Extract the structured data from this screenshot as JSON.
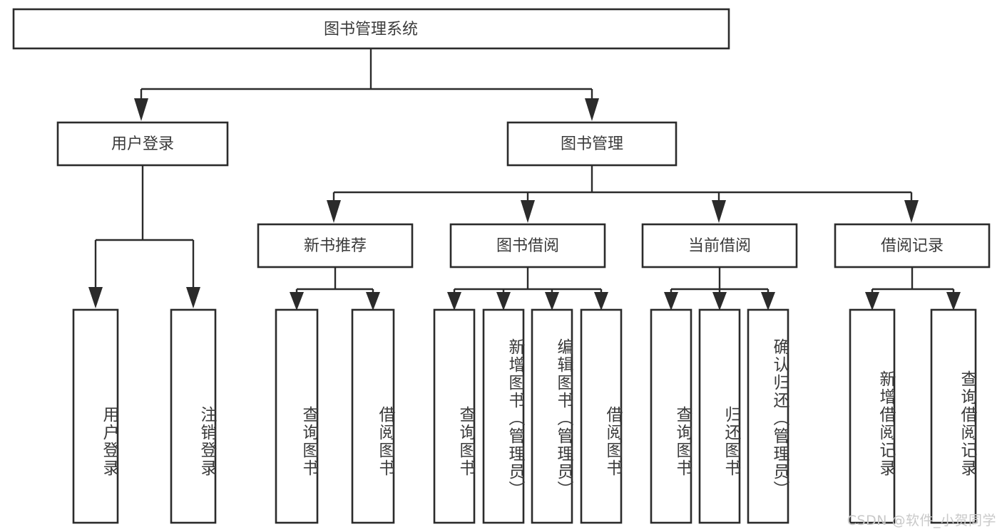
{
  "diagram": {
    "type": "hierarchy-tree",
    "title": "图书管理系统",
    "root": {
      "id": "root",
      "label": "图书管理系统"
    },
    "level2": [
      {
        "id": "user-login",
        "label": "用户登录"
      },
      {
        "id": "book-manage",
        "label": "图书管理"
      }
    ],
    "level3": [
      {
        "id": "new-book-rec",
        "label": "新书推荐",
        "parent": "book-manage"
      },
      {
        "id": "book-borrow",
        "label": "图书借阅",
        "parent": "book-manage"
      },
      {
        "id": "current-borrow",
        "label": "当前借阅",
        "parent": "book-manage"
      },
      {
        "id": "borrow-record",
        "label": "借阅记录",
        "parent": "book-manage"
      }
    ],
    "leaves": [
      {
        "id": "leaf-user-login",
        "label": "用户登录",
        "parent": "user-login"
      },
      {
        "id": "leaf-logout",
        "label": "注销登录",
        "parent": "user-login"
      },
      {
        "id": "leaf-query-book-1",
        "label": "查询图书",
        "parent": "new-book-rec"
      },
      {
        "id": "leaf-borrow-book-1",
        "label": "借阅图书",
        "parent": "new-book-rec"
      },
      {
        "id": "leaf-query-book-2",
        "label": "查询图书",
        "parent": "book-borrow"
      },
      {
        "id": "leaf-add-book",
        "label": "新增图书（管理员）",
        "parent": "book-borrow"
      },
      {
        "id": "leaf-edit-book",
        "label": "编辑图书（管理员）",
        "parent": "book-borrow"
      },
      {
        "id": "leaf-borrow-book-2",
        "label": "借阅图书",
        "parent": "book-borrow"
      },
      {
        "id": "leaf-query-book-3",
        "label": "查询图书",
        "parent": "current-borrow"
      },
      {
        "id": "leaf-return-book",
        "label": "归还图书",
        "parent": "current-borrow"
      },
      {
        "id": "leaf-confirm-return",
        "label": "确认归还（管理员）",
        "parent": "current-borrow"
      },
      {
        "id": "leaf-add-record",
        "label": "新增借阅记录",
        "parent": "borrow-record"
      },
      {
        "id": "leaf-query-record",
        "label": "查询借阅记录",
        "parent": "borrow-record"
      }
    ],
    "colors": {
      "stroke": "#2b2b2b",
      "box_fill": "#ffffff",
      "text": "#3a3a3a",
      "background": "#ffffff",
      "watermark": "#c9c9c9"
    }
  },
  "watermark": {
    "text": "CSDN @软件_小贺同学"
  }
}
